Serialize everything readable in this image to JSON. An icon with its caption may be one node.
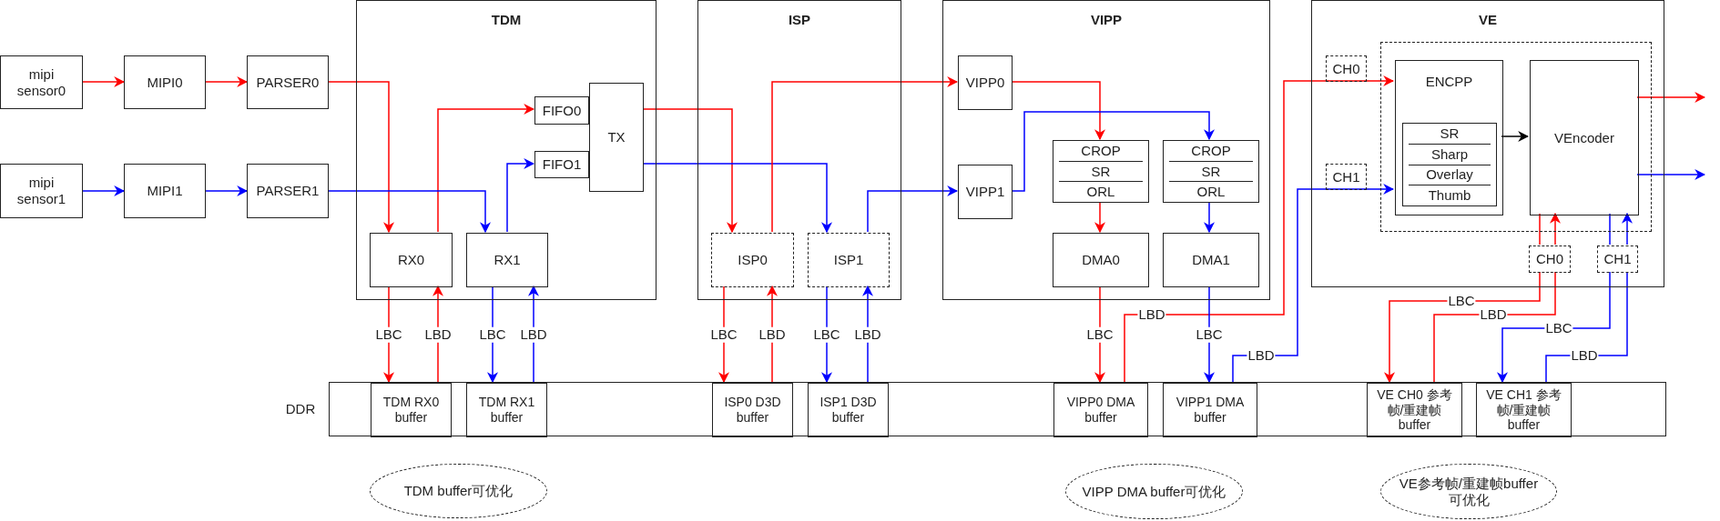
{
  "diagram": {
    "nodes": [
      {
        "text": [
          "mipi sensor0"
        ]
      },
      {
        "text": [
          "MIPI0"
        ]
      },
      {
        "text": [
          "PARSER0"
        ]
      },
      {
        "text": [
          "mipi sensor1"
        ]
      },
      {
        "text": [
          "MIPI1"
        ]
      },
      {
        "text": [
          "PARSER1"
        ]
      },
      {
        "text": [
          "TDM"
        ]
      },
      {
        "text": [
          "FIFO0"
        ],
        "in": 6
      },
      {
        "text": [
          "FIFO1"
        ],
        "in": 6
      },
      {
        "text": [
          "TX"
        ],
        "in": 6
      },
      {
        "text": [
          "RX0"
        ],
        "in": 6
      },
      {
        "text": [
          "RX1"
        ],
        "in": 6
      },
      {
        "text": [
          "ISP"
        ]
      },
      {
        "text": [
          "ISP0"
        ],
        "in": 12
      },
      {
        "text": [
          "ISP1"
        ],
        "in": 12
      },
      {
        "text": [
          "VIPP"
        ]
      },
      {
        "text": [
          "VIPP0"
        ],
        "in": 15
      },
      {
        "text": [
          "VIPP1"
        ],
        "in": 15
      },
      {
        "text": [
          "CROP",
          "SR",
          "ORL"
        ],
        "in": 15
      },
      {
        "text": [
          "CROP",
          "SR",
          "ORL"
        ],
        "in": 15
      },
      {
        "text": [
          "DMA0"
        ],
        "in": 15
      },
      {
        "text": [
          "DMA1"
        ],
        "in": 15
      },
      {
        "text": [
          "VE"
        ]
      },
      {
        "text": [
          "CH0"
        ],
        "in": 22
      },
      {
        "text": [
          "CH1"
        ],
        "in": 22
      },
      {
        "text": [],
        "shape": "box",
        "in": 22
      },
      {
        "text": [
          "ENCPP"
        ],
        "in": 25
      },
      {
        "text": [
          "SR",
          "Sharp",
          "Overlay",
          "Thumb"
        ],
        "in": 26
      },
      {
        "text": [
          "VEncoder"
        ],
        "in": 25
      },
      {
        "text": [
          "CH0"
        ],
        "in": 22
      },
      {
        "text": [
          "CH1"
        ],
        "in": 22
      },
      {
        "text": [],
        "shape": "bar"
      },
      {
        "text": [
          "TDM RX0 buffer"
        ],
        "in": 31
      },
      {
        "text": [
          "TDM RX1 buffer"
        ],
        "in": 31
      },
      {
        "text": [
          "ISP0 D3D buffer"
        ],
        "in": 31
      },
      {
        "text": [
          "ISP1 D3D buffer"
        ],
        "in": 31
      },
      {
        "text": [
          "VIPP0 DMA buffer"
        ],
        "in": 31
      },
      {
        "text": [
          "VIPP1 DMA buffer"
        ],
        "in": 31
      },
      {
        "text": [
          "VE CH0 参考帧/重建帧buffer"
        ],
        "in": 31
      },
      {
        "text": [
          "VE CH1 参考帧/重建帧buffer"
        ],
        "in": 31
      },
      {
        "text": [
          "TDM buffer可优化"
        ]
      },
      {
        "text": [
          "VIPP DMA buffer可优化"
        ]
      },
      {
        "text": [
          "VE参考帧/重建帧buffer可优化"
        ]
      }
    ],
    "edges": [
      {
        "from": 0,
        "to": 1,
        "arrow": "to",
        "color": "#ff0000"
      },
      {
        "from": 1,
        "to": 2,
        "arrow": "to",
        "color": "#ff0000"
      },
      {
        "from": 2,
        "to": 10,
        "arrow": "to",
        "color": "#ff0000"
      },
      {
        "from": 10,
        "to": 7,
        "arrow": "to",
        "color": "#ff0000"
      },
      {
        "from": 3,
        "to": 4,
        "arrow": "to",
        "color": "#0000ff"
      },
      {
        "from": 4,
        "to": 5,
        "arrow": "to",
        "color": "#0000ff"
      },
      {
        "from": 5,
        "to": 11,
        "arrow": "to",
        "color": "#0000ff"
      },
      {
        "from": 11,
        "to": 8,
        "arrow": "to",
        "color": "#0000ff"
      },
      {
        "from": 9,
        "to": 13,
        "arrow": "to",
        "color": "#ff0000"
      },
      {
        "from": 9,
        "to": 14,
        "arrow": "to",
        "color": "#0000ff"
      },
      {
        "from": 13,
        "to": 16,
        "arrow": "to",
        "color": "#ff0000"
      },
      {
        "from": 14,
        "to": 17,
        "arrow": "to",
        "color": "#0000ff"
      },
      {
        "from": 16,
        "to": 18,
        "arrow": "to",
        "color": "#ff0000"
      },
      {
        "from": 17,
        "to": 19,
        "arrow": "to",
        "color": "#0000ff"
      },
      {
        "from": 18,
        "to": 20,
        "arrow": "to",
        "color": "#ff0000"
      },
      {
        "from": 19,
        "to": 21,
        "arrow": "to",
        "color": "#0000ff"
      },
      {
        "from": 10,
        "to": 32,
        "arrow": "to",
        "label": "LBC",
        "color": "#ff0000"
      },
      {
        "from": 32,
        "to": 10,
        "arrow": "to",
        "label": "LBD",
        "color": "#ff0000"
      },
      {
        "from": 11,
        "to": 33,
        "arrow": "to",
        "label": "LBC",
        "color": "#0000ff"
      },
      {
        "from": 33,
        "to": 11,
        "arrow": "to",
        "label": "LBD",
        "color": "#0000ff"
      },
      {
        "from": 13,
        "to": 34,
        "arrow": "to",
        "label": "LBC",
        "color": "#ff0000"
      },
      {
        "from": 34,
        "to": 13,
        "arrow": "to",
        "label": "LBD",
        "color": "#ff0000"
      },
      {
        "from": 14,
        "to": 35,
        "arrow": "to",
        "label": "LBC",
        "color": "#0000ff"
      },
      {
        "from": 35,
        "to": 14,
        "arrow": "to",
        "label": "LBD",
        "color": "#0000ff"
      },
      {
        "from": 20,
        "to": 36,
        "arrow": "to",
        "label": "LBC",
        "color": "#ff0000"
      },
      {
        "from": 36,
        "to": 26,
        "arrow": "to",
        "label": "LBD",
        "color": "#ff0000"
      },
      {
        "from": 21,
        "to": 37,
        "arrow": "to",
        "label": "LBC",
        "color": "#0000ff"
      },
      {
        "from": 37,
        "to": 26,
        "arrow": "to",
        "label": "LBD",
        "color": "#0000ff"
      },
      {
        "from": 26,
        "to": 28,
        "arrow": "to",
        "color": "#000000"
      },
      {
        "from": 28,
        "to": null,
        "arrow": "to",
        "color": "#ff0000"
      },
      {
        "from": 28,
        "to": null,
        "arrow": "to",
        "color": "#0000ff"
      },
      {
        "from": 28,
        "to": 29,
        "arrow": "none",
        "color": "#ff0000"
      },
      {
        "from": 29,
        "to": 28,
        "arrow": "to",
        "color": "#ff0000"
      },
      {
        "from": 29,
        "to": 38,
        "arrow": "to",
        "label": "LBC",
        "color": "#ff0000"
      },
      {
        "from": 38,
        "to": 29,
        "arrow": "none",
        "label": "LBD",
        "color": "#ff0000"
      },
      {
        "from": 28,
        "to": 30,
        "arrow": "none",
        "color": "#0000ff"
      },
      {
        "from": 30,
        "to": 28,
        "arrow": "to",
        "color": "#0000ff"
      },
      {
        "from": 30,
        "to": 39,
        "arrow": "to",
        "label": "LBC",
        "color": "#0000ff"
      },
      {
        "from": 39,
        "to": 30,
        "arrow": "none",
        "label": "LBD",
        "color": "#0000ff"
      }
    ],
    "labels": [
      "DDR"
    ]
  }
}
